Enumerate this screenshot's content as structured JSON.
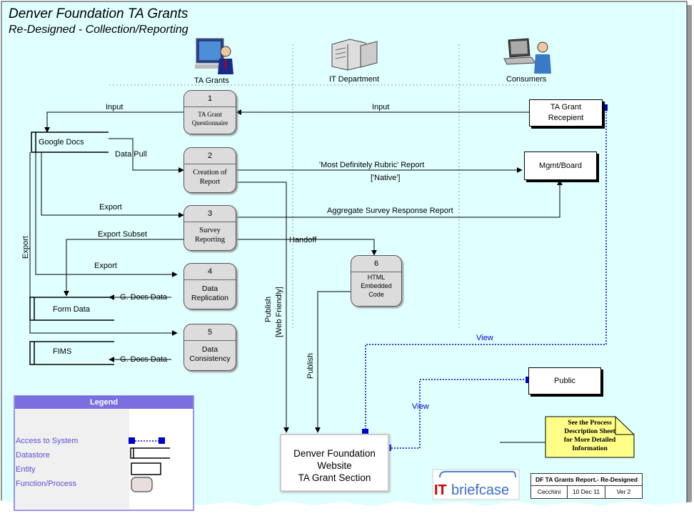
{
  "title": "Denver Foundation TA Grants",
  "subtitle": "Re-Designed - Collection/Reporting",
  "lanes": [
    "TA Grants",
    "IT Department",
    "Consumers"
  ],
  "processes": [
    {
      "num": "1",
      "label": [
        "TA Grant",
        "Questionnaire"
      ]
    },
    {
      "num": "2",
      "label": [
        "Creation of",
        "Report"
      ]
    },
    {
      "num": "3",
      "label": [
        "Survey",
        "Reporting"
      ]
    },
    {
      "num": "4",
      "label": [
        "Data",
        "Replication"
      ]
    },
    {
      "num": "5",
      "label": [
        "Data",
        "Consistency"
      ]
    },
    {
      "num": "6",
      "label": [
        "HTML",
        "Embedded",
        "Code"
      ]
    }
  ],
  "entities": {
    "recipient": [
      "TA Grant",
      "Recepient"
    ],
    "mgmt": "Mgmt/Board",
    "public": "Public"
  },
  "datastores": [
    "Google Docs",
    "Form Data",
    "FIMS"
  ],
  "website": [
    "Denver Foundation",
    "Website",
    "TA Grant Section"
  ],
  "flows": {
    "input_left": "Input",
    "input_right": "Input",
    "data_pull": "Data Pull",
    "rubric": "'Most Definitely Rubric' Report",
    "native": "['Native']",
    "export1": "Export",
    "aggregate": "Aggregate Survey Response Report",
    "export_subset": "Export Subset",
    "handoff": "Handoff",
    "export2": "Export",
    "gdocs1": "G. Docs Data",
    "gdocs2": "G. Docs Data",
    "export_vertical": "Export",
    "publish_web": "Publish",
    "publish_web2": "[Web Friendly]",
    "publish": "Publish",
    "view1": "View",
    "view2": "View"
  },
  "legend": {
    "title": "Legend",
    "items": [
      "Access to System",
      "Datastore",
      "Entity",
      "Function/Process"
    ]
  },
  "note": [
    "See the Process",
    "Description Sheet",
    "for More Detailed",
    "Information"
  ],
  "logo": "ITbriefcase",
  "titleblock": {
    "name": "DF TA Grants Report.- Re-Designed",
    "author": "Cecchini",
    "date": "10 Dec 11",
    "version": "Ver 2"
  },
  "colors": {
    "background": "#e0ffff",
    "access_line": "#0000cc",
    "legend_header": "#7a6ee0"
  }
}
